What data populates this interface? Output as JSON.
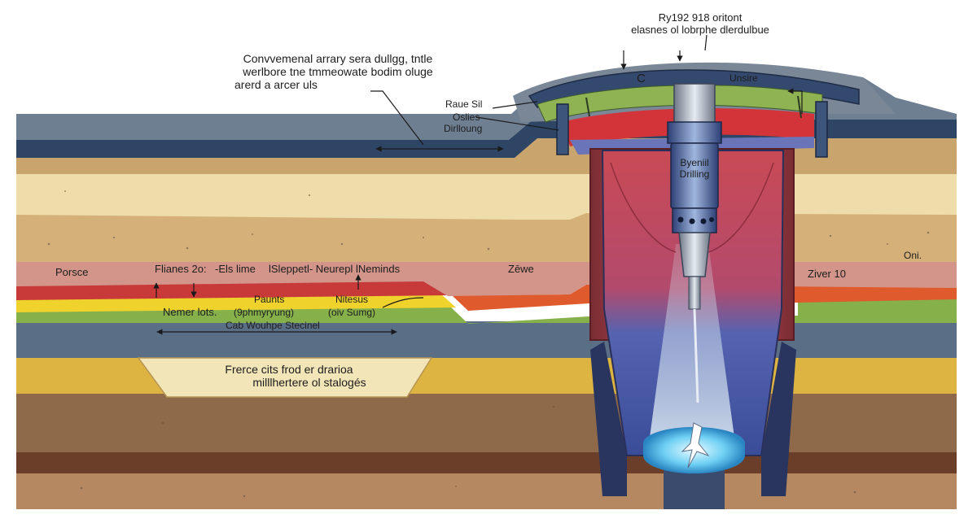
{
  "annotations": {
    "top_right_line1": "Ry192 918 oritont",
    "top_right_line2": "elasnes ol lobrphe dlerdulbue",
    "top_left_line1": "Convvemenal arrary sera dullgg, tntle",
    "top_left_line2": "werlbore tne tmmeowate bodim oluge",
    "top_left_line3": "arerd a arcer uls",
    "cap_letter": "C",
    "cap_unit": "Unsire",
    "rause": "Raue Sil",
    "ostiles": "Oslies",
    "drilling_left": "Dirlloung",
    "drill_line1": "Byeniil",
    "drill_line2": "Drilling",
    "porsce": "Porsce",
    "flanes": "Flianes 2o:",
    "els_lime": "-Els lime",
    "stepped": "lSleppetl- Neurepl lNeminds",
    "zewe": "Zēwe",
    "ziver": "Ziver 10",
    "oni": "Oni.",
    "paunts": "Paunts",
    "nitseus": "Nitesus",
    "nemer_lots": "Nemer lots.",
    "bpmy": "(9phmyryung)",
    "oiv": "(oiv Sumg)",
    "cab_stenol": "Cab Wouhpe Stecinel",
    "forece_line1": "Frerce cits frod er drarioa",
    "forece_line2": "milllhertere ol stalogés"
  },
  "colors": {
    "asphalt": "#6f7f92",
    "navy": "#2e4566",
    "tan": "#c9a46c",
    "cream": "#eedcaa",
    "sand": "#d5b179",
    "pink": "#d39589",
    "red": "#c8393a",
    "yellow": "#f0d22c",
    "green": "#86b04a",
    "slate": "#5a6e86",
    "ochre": "#ddb441",
    "brown": "#8e6a4b",
    "dark_brown": "#6a3e28",
    "bottom": "#b58862",
    "drill_red": "#c2454a",
    "drill_blue": "#4a5fa7",
    "water": "#4cc0ef"
  }
}
